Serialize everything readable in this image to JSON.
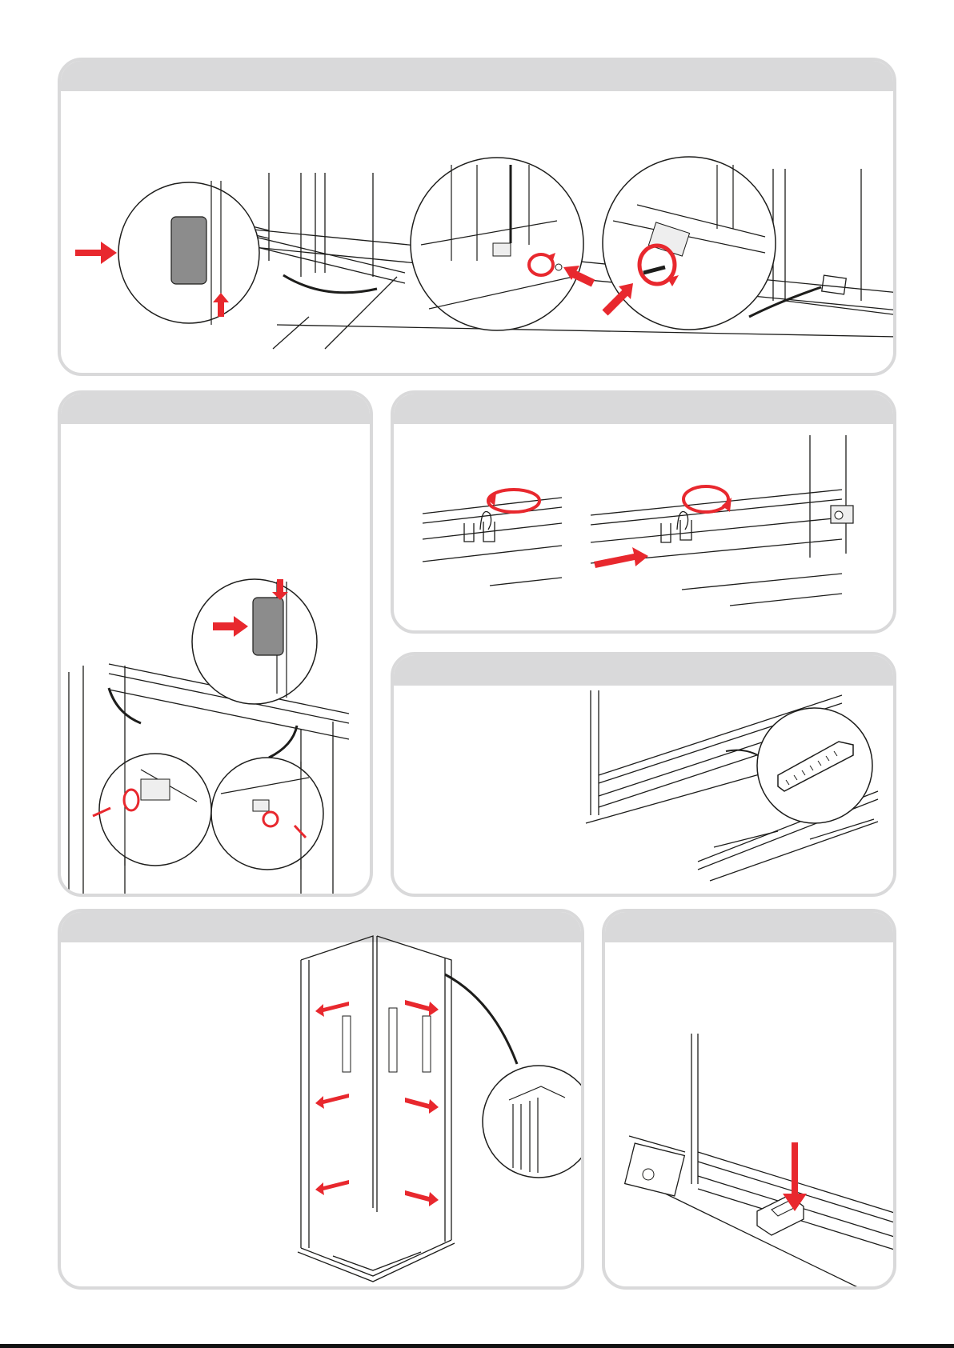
{
  "colors": {
    "accent_red": "#e8282e",
    "panel_border": "#d9d9da",
    "panel_header": "#d9d9da",
    "line": "#1d1d1b",
    "component_grey": "#8c8c8c"
  },
  "panels": [
    {
      "id": "step-fix-lower-guides",
      "title": ""
    },
    {
      "id": "step-corner-guide-upper",
      "title": ""
    },
    {
      "id": "step-rotate-clips",
      "title": ""
    },
    {
      "id": "step-level-wedge",
      "title": ""
    },
    {
      "id": "step-press-frames-out",
      "title": ""
    },
    {
      "id": "step-insert-stopper",
      "title": ""
    }
  ],
  "icons": [
    "push-arrow-icon",
    "rotate-arrow-icon",
    "screw-icon",
    "magnifier-callout-icon",
    "wedge-icon",
    "shower-enclosure-icon"
  ]
}
